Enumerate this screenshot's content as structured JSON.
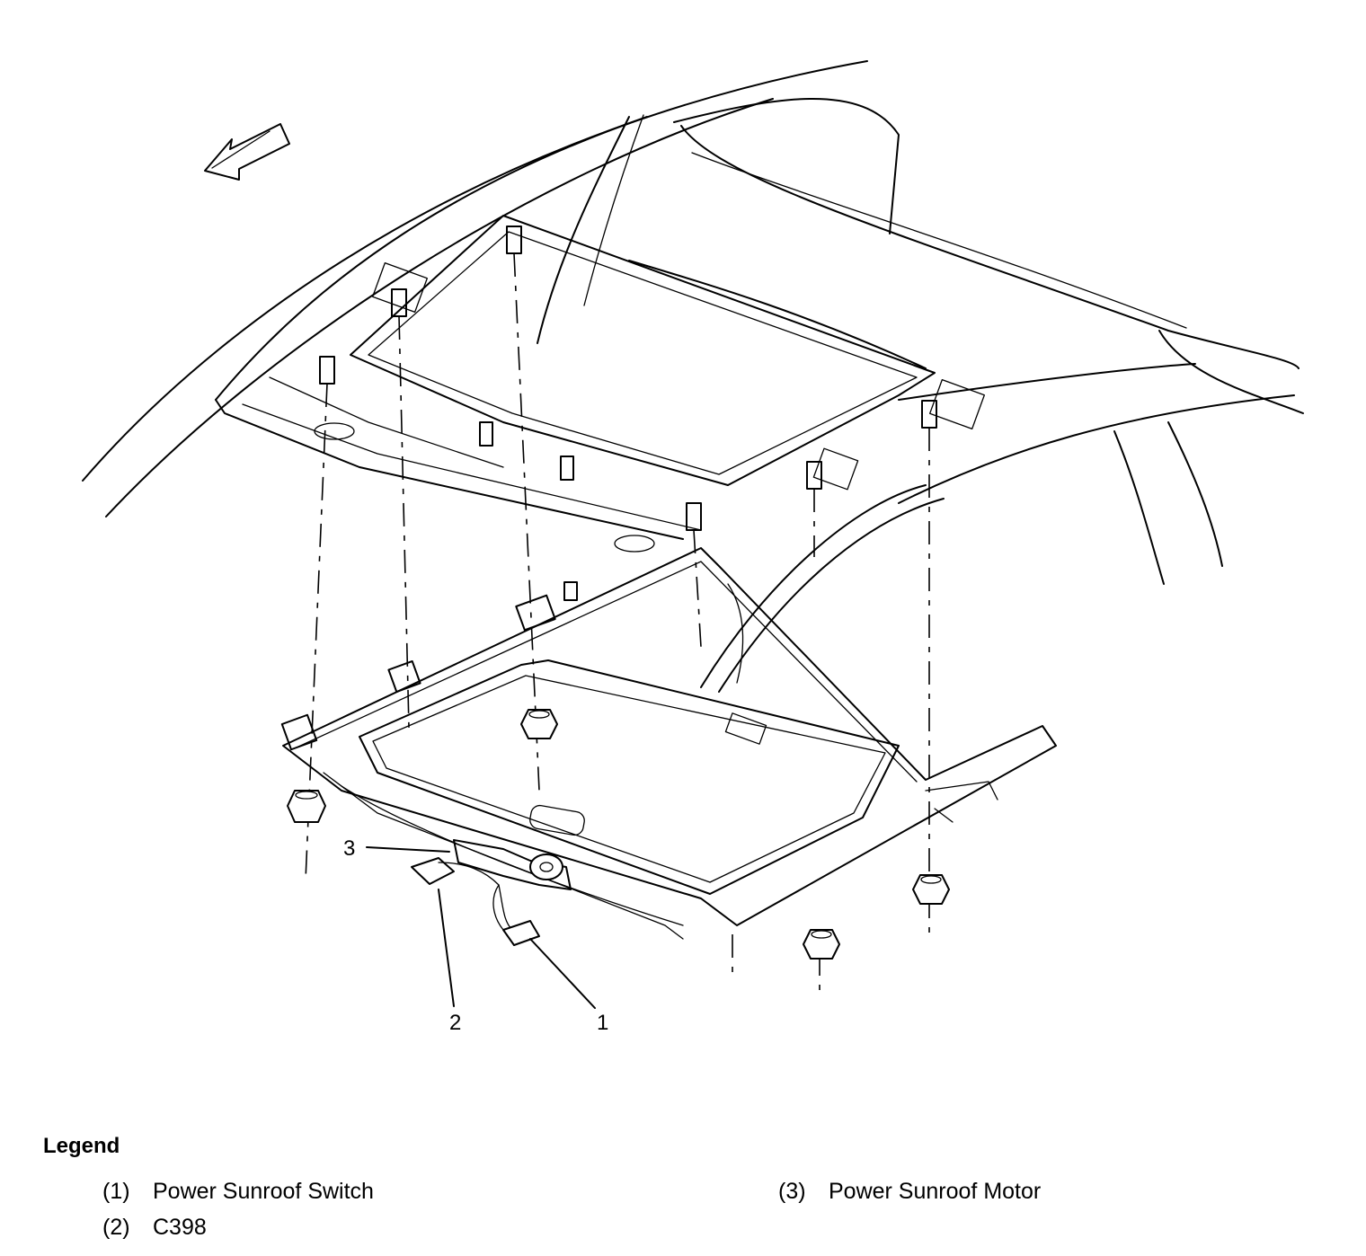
{
  "callouts": [
    {
      "number": "1"
    },
    {
      "number": "2"
    },
    {
      "number": "3"
    }
  ],
  "legend": {
    "title": "Legend",
    "items": [
      {
        "number": "(1)",
        "label": "Power Sunroof Switch"
      },
      {
        "number": "(2)",
        "label": "C398"
      },
      {
        "number": "(3)",
        "label": "Power Sunroof Motor"
      }
    ]
  }
}
